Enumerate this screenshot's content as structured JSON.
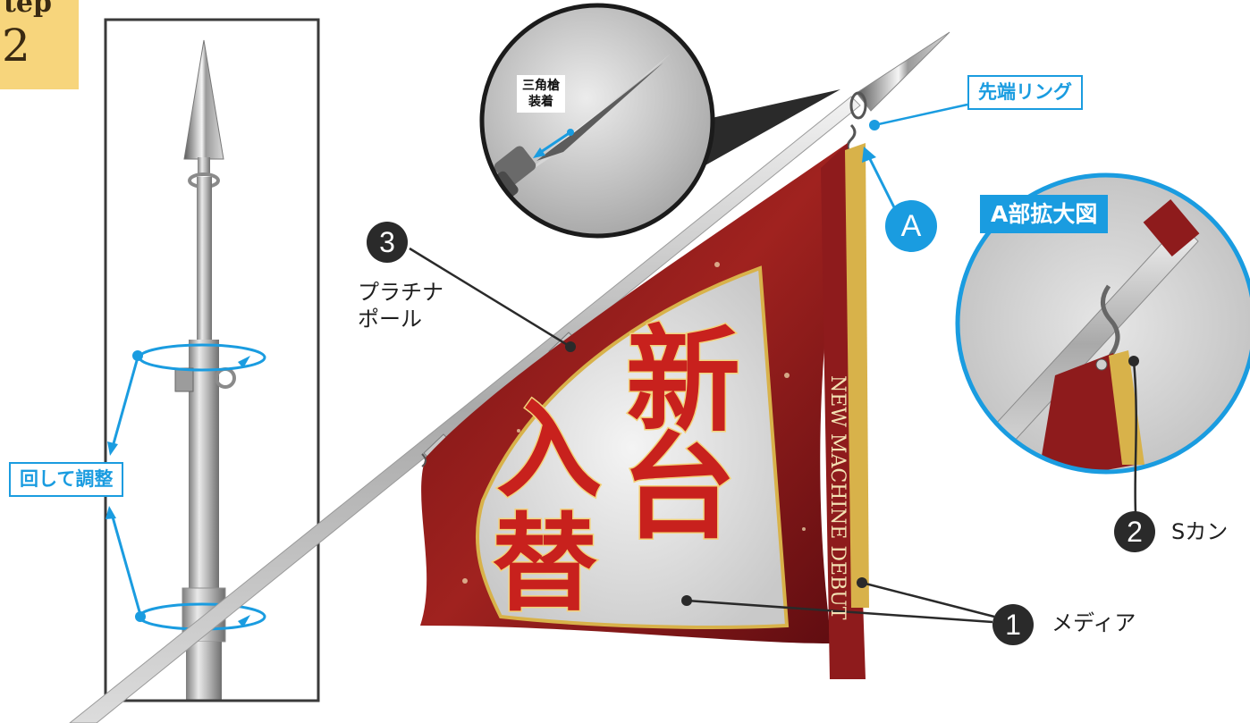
{
  "step": {
    "word": "tep",
    "number": "2"
  },
  "labels": {
    "adjust": "回して調整",
    "tip_ring": "先端リング",
    "zoom_a": "A部拡大図",
    "spear_mount": "三角槍\n装着",
    "point_a": "A"
  },
  "parts": [
    {
      "number": "1",
      "name": "メディア"
    },
    {
      "number": "2",
      "name": "Sカン"
    },
    {
      "number": "3",
      "name": "プラチナ\nポール"
    }
  ],
  "flag": {
    "main_text": [
      "新",
      "台",
      "入",
      "替"
    ],
    "tail_text": "NEW MACHINE DEBUT"
  },
  "colors": {
    "accent": "#1a9ce0",
    "badge": "#f7d57c",
    "flag_red": "#8e1b1c",
    "flag_gold": "#d8b24a",
    "dark": "#2a2a2a"
  }
}
